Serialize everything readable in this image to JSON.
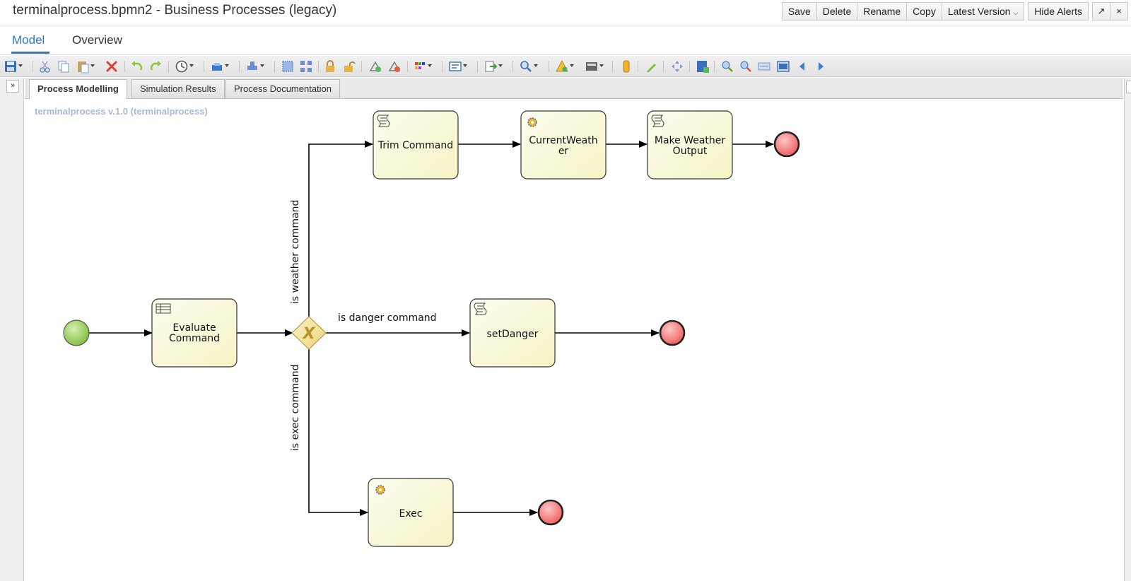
{
  "window": {
    "title": "terminalprocess.bpmn2 - Business Processes (legacy)"
  },
  "header_buttons": {
    "save": "Save",
    "delete": "Delete",
    "rename": "Rename",
    "copy": "Copy",
    "latest_version": "Latest Version",
    "hide_alerts": "Hide Alerts",
    "maximize_icon": "↗",
    "close_icon": "×"
  },
  "top_tabs": {
    "model": "Model",
    "overview": "Overview",
    "active": "Model"
  },
  "inner_tabs": {
    "process_modelling": "Process Modelling",
    "simulation_results": "Simulation Results",
    "process_documentation": "Process Documentation",
    "active": "Process Modelling"
  },
  "collapse_icon": "»",
  "canvas": {
    "process_name": "terminalprocess v.1.0 (terminalprocess)"
  },
  "diagram": {
    "tasks": {
      "evaluate_command": [
        "Evaluate",
        "Command"
      ],
      "trim_command": [
        "Trim Command"
      ],
      "current_weather": [
        "CurrentWeath",
        "er"
      ],
      "make_weather_output": [
        "Make Weather",
        "Output"
      ],
      "set_danger": [
        "setDanger"
      ],
      "exec": [
        "Exec"
      ]
    },
    "gateway_marker": "X",
    "flows": {
      "weather": "is weather command",
      "danger": "is danger command",
      "exec": "is exec command"
    }
  },
  "colors": {
    "accent": "#2a7ac7",
    "task_fill": "#fbfbd8",
    "start_event": "#8cc63f",
    "end_event": "#f07070",
    "gateway": "#f2e08a"
  }
}
